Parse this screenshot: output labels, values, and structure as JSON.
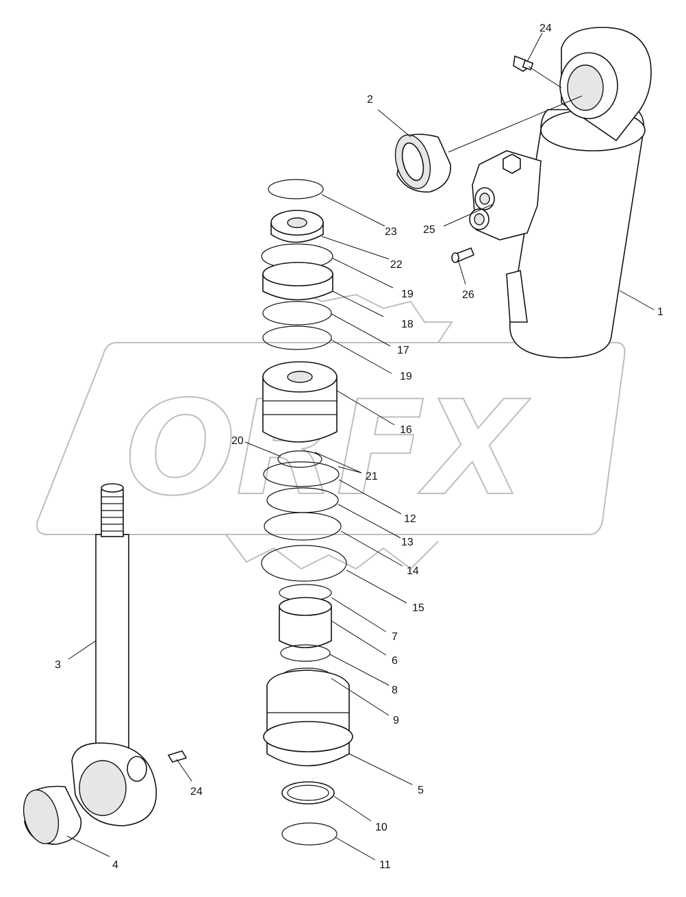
{
  "diagram": {
    "watermark": "ORFX",
    "callouts": [
      {
        "id": "c1",
        "text": "1"
      },
      {
        "id": "c2",
        "text": "2"
      },
      {
        "id": "c3",
        "text": "3"
      },
      {
        "id": "c4",
        "text": "4"
      },
      {
        "id": "c5",
        "text": "5"
      },
      {
        "id": "c6",
        "text": "6"
      },
      {
        "id": "c7",
        "text": "7"
      },
      {
        "id": "c8",
        "text": "8"
      },
      {
        "id": "c9",
        "text": "9"
      },
      {
        "id": "c10",
        "text": "10"
      },
      {
        "id": "c11",
        "text": "11"
      },
      {
        "id": "c12",
        "text": "12"
      },
      {
        "id": "c13",
        "text": "13"
      },
      {
        "id": "c14",
        "text": "14"
      },
      {
        "id": "c15",
        "text": "15"
      },
      {
        "id": "c16",
        "text": "16"
      },
      {
        "id": "c17",
        "text": "17"
      },
      {
        "id": "c18",
        "text": "18"
      },
      {
        "id": "c19a",
        "text": "19"
      },
      {
        "id": "c19b",
        "text": "19"
      },
      {
        "id": "c20",
        "text": "20"
      },
      {
        "id": "c21",
        "text": "21"
      },
      {
        "id": "c22",
        "text": "22"
      },
      {
        "id": "c23",
        "text": "23"
      },
      {
        "id": "c24a",
        "text": "24"
      },
      {
        "id": "c24b",
        "text": "24"
      },
      {
        "id": "c25",
        "text": "25"
      },
      {
        "id": "c26",
        "text": "26"
      }
    ]
  }
}
